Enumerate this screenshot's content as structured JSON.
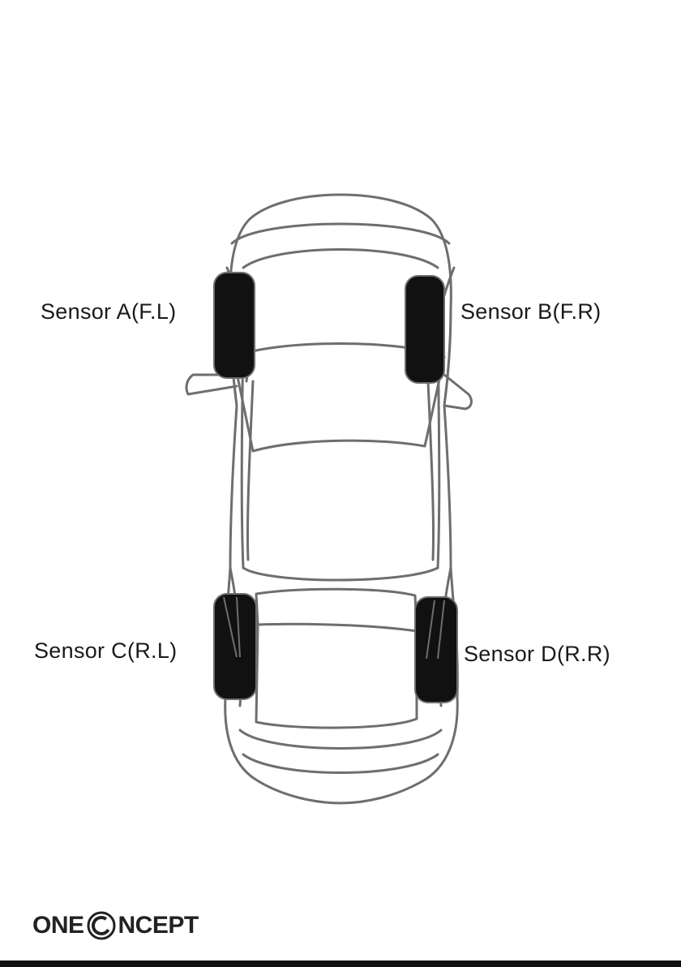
{
  "labels": {
    "front_left": "Sensor A(F.L)",
    "front_right": "Sensor B(F.R)",
    "rear_left": "Sensor C(R.L)",
    "rear_right": "Sensor D(R.R)"
  },
  "brand": {
    "prefix": "ONE",
    "suffix": "NCEPT"
  },
  "colors": {
    "outline": "#6e6e6e",
    "tire": "#111111",
    "text": "#1a1a1a"
  }
}
